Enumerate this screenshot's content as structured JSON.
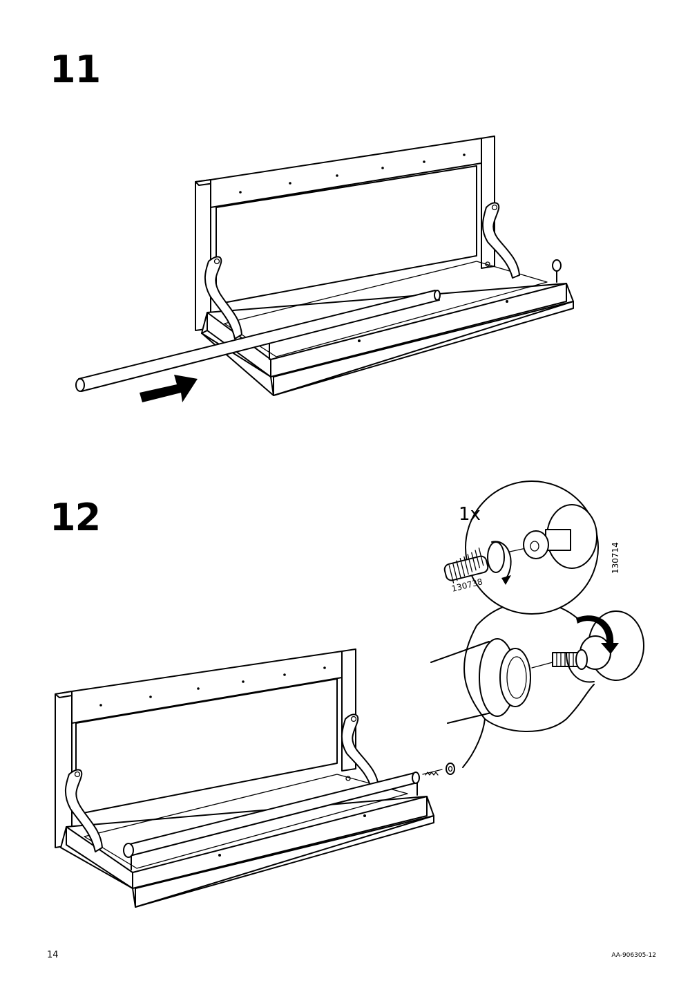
{
  "steps": [
    {
      "number": "11"
    },
    {
      "number": "12"
    }
  ],
  "detail": {
    "quantity": "1x",
    "part_screw": "130738",
    "part_knob": "130714"
  },
  "footer": {
    "page_number": "14",
    "document_code": "AA-906305-12"
  }
}
